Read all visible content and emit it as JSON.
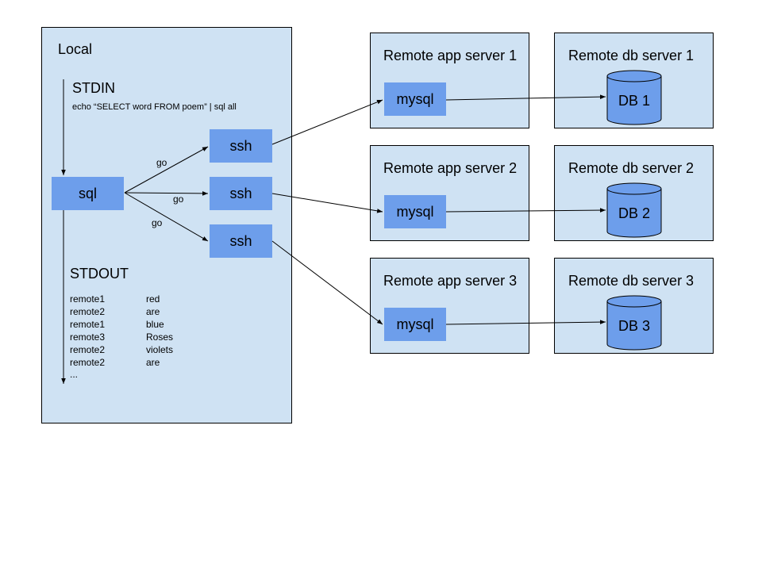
{
  "local": {
    "title": "Local",
    "stdin_label": "STDIN",
    "command": "echo “SELECT word FROM poem” | sql all",
    "sql_label": "sql",
    "ssh_labels": [
      "ssh",
      "ssh",
      "ssh"
    ],
    "go_labels": [
      "go",
      "go",
      "go"
    ],
    "stdout_label": "STDOUT",
    "stdout_rows": [
      {
        "host": "remote1",
        "word": "red"
      },
      {
        "host": "remote2",
        "word": "are"
      },
      {
        "host": "remote1",
        "word": "blue"
      },
      {
        "host": "remote3",
        "word": "Roses"
      },
      {
        "host": "remote2",
        "word": "violets"
      },
      {
        "host": "remote2",
        "word": "are"
      }
    ],
    "ellipsis": "..."
  },
  "remotes": [
    {
      "app_title": "Remote app server 1",
      "mysql_label": "mysql",
      "db_title": "Remote db server 1",
      "db_label": "DB 1"
    },
    {
      "app_title": "Remote app server 2",
      "mysql_label": "mysql",
      "db_title": "Remote db server 2",
      "db_label": "DB 2"
    },
    {
      "app_title": "Remote app server 3",
      "mysql_label": "mysql",
      "db_title": "Remote db server 3",
      "db_label": "DB 3"
    }
  ],
  "colors": {
    "panel": "#cfe2f3",
    "node": "#6d9eeb",
    "line": "#000000"
  }
}
